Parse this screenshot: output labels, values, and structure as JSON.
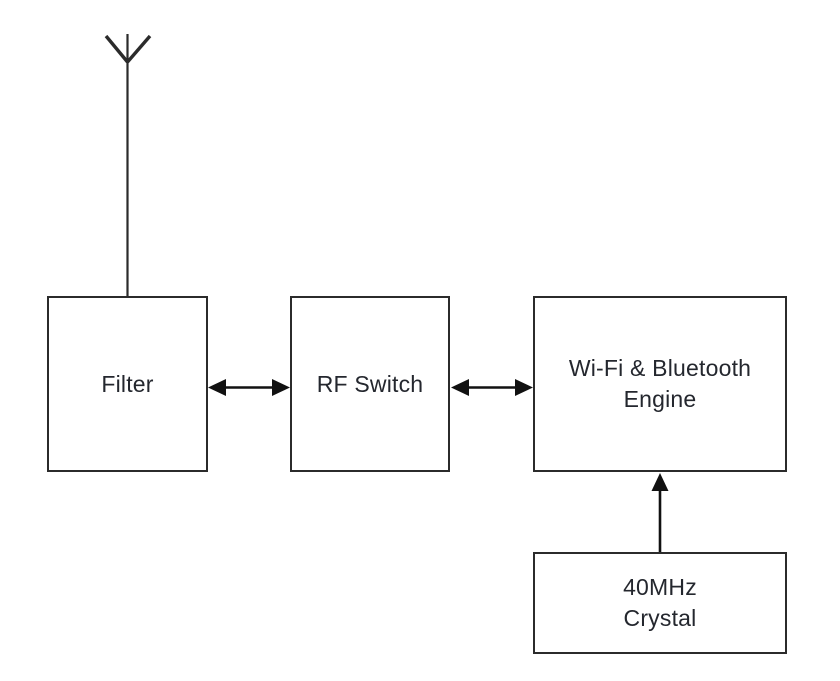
{
  "diagram": {
    "type": "block-diagram",
    "colors": {
      "background": "#ffffff",
      "box_border": "#2b2b2b",
      "arrow": "#111111",
      "text": "#24272e"
    },
    "blocks": {
      "filter": {
        "label": "Filter"
      },
      "rf_switch": {
        "label": "RF Switch"
      },
      "wifi_bt_engine": {
        "line1": "Wi-Fi & Bluetooth",
        "line2": "Engine"
      },
      "crystal": {
        "line1": "40MHz",
        "line2": "Crystal"
      }
    },
    "icons": {
      "antenna": "antenna-icon"
    },
    "connectors": [
      {
        "from": "Antenna",
        "to": "Filter",
        "style": "plain-line"
      },
      {
        "from": "Filter",
        "to": "RF Switch",
        "style": "double-headed-arrow"
      },
      {
        "from": "RF Switch",
        "to": "Wi-Fi & Bluetooth Engine",
        "style": "double-headed-arrow"
      },
      {
        "from": "40MHz Crystal",
        "to": "Wi-Fi & Bluetooth Engine",
        "style": "single-headed-arrow-up"
      }
    ]
  }
}
